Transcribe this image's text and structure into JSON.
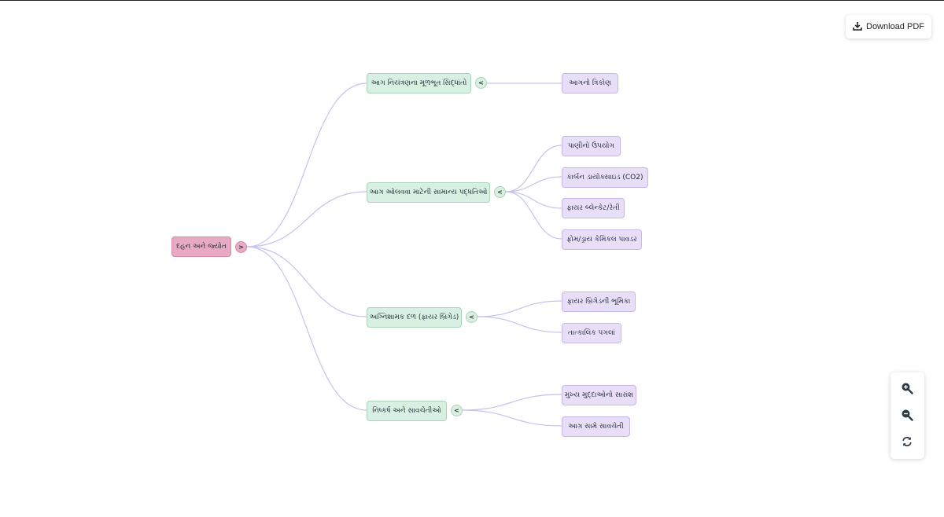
{
  "toolbar": {
    "download_label": "Download PDF"
  },
  "mindmap": {
    "root": {
      "label": "દહન અને જ્યોત",
      "toggle": ">"
    },
    "branches": [
      {
        "label": "આગ નિયંત્રણના મૂળભૂત સિદ્ધાંતો",
        "toggle": "<",
        "children": [
          "આગનો ત્રિકોણ"
        ]
      },
      {
        "label": "આગ ઓલવવા માટેની સામાન્ય પદ્ધતિઓ",
        "toggle": "<",
        "children": [
          "પાણીનો ઉપયોગ",
          "કાર્બન ડાયોક્સાઇડ (CO2)",
          "ફાયર બ્લેન્કેટ/રેતી",
          "ફોમ/ડ્રાય કેમિકલ પાવડર"
        ]
      },
      {
        "label": "અગ્નિશામક દળ (ફાયર બ્રિગેડ)",
        "toggle": "<",
        "children": [
          "ફાયર બ્રિગેડની ભૂમિકા",
          "તાત્કાલિક પગલાં"
        ]
      },
      {
        "label": "નિષ્કર્ષ અને સાવચેતીઓ",
        "toggle": "<",
        "children": [
          "મુખ્ય મુદ્દાઓનો સારાંશ",
          "આગ સામે સાવચેતી"
        ]
      }
    ]
  },
  "colors": {
    "root": "#e7a9c3",
    "branch": "#d7f0e1",
    "leaf": "#e8def8",
    "link": "#c3c4ee"
  },
  "icons": {
    "download": "download-icon",
    "zoom_in": "zoom-in-icon",
    "zoom_out": "zoom-out-icon",
    "reset": "refresh-icon"
  }
}
